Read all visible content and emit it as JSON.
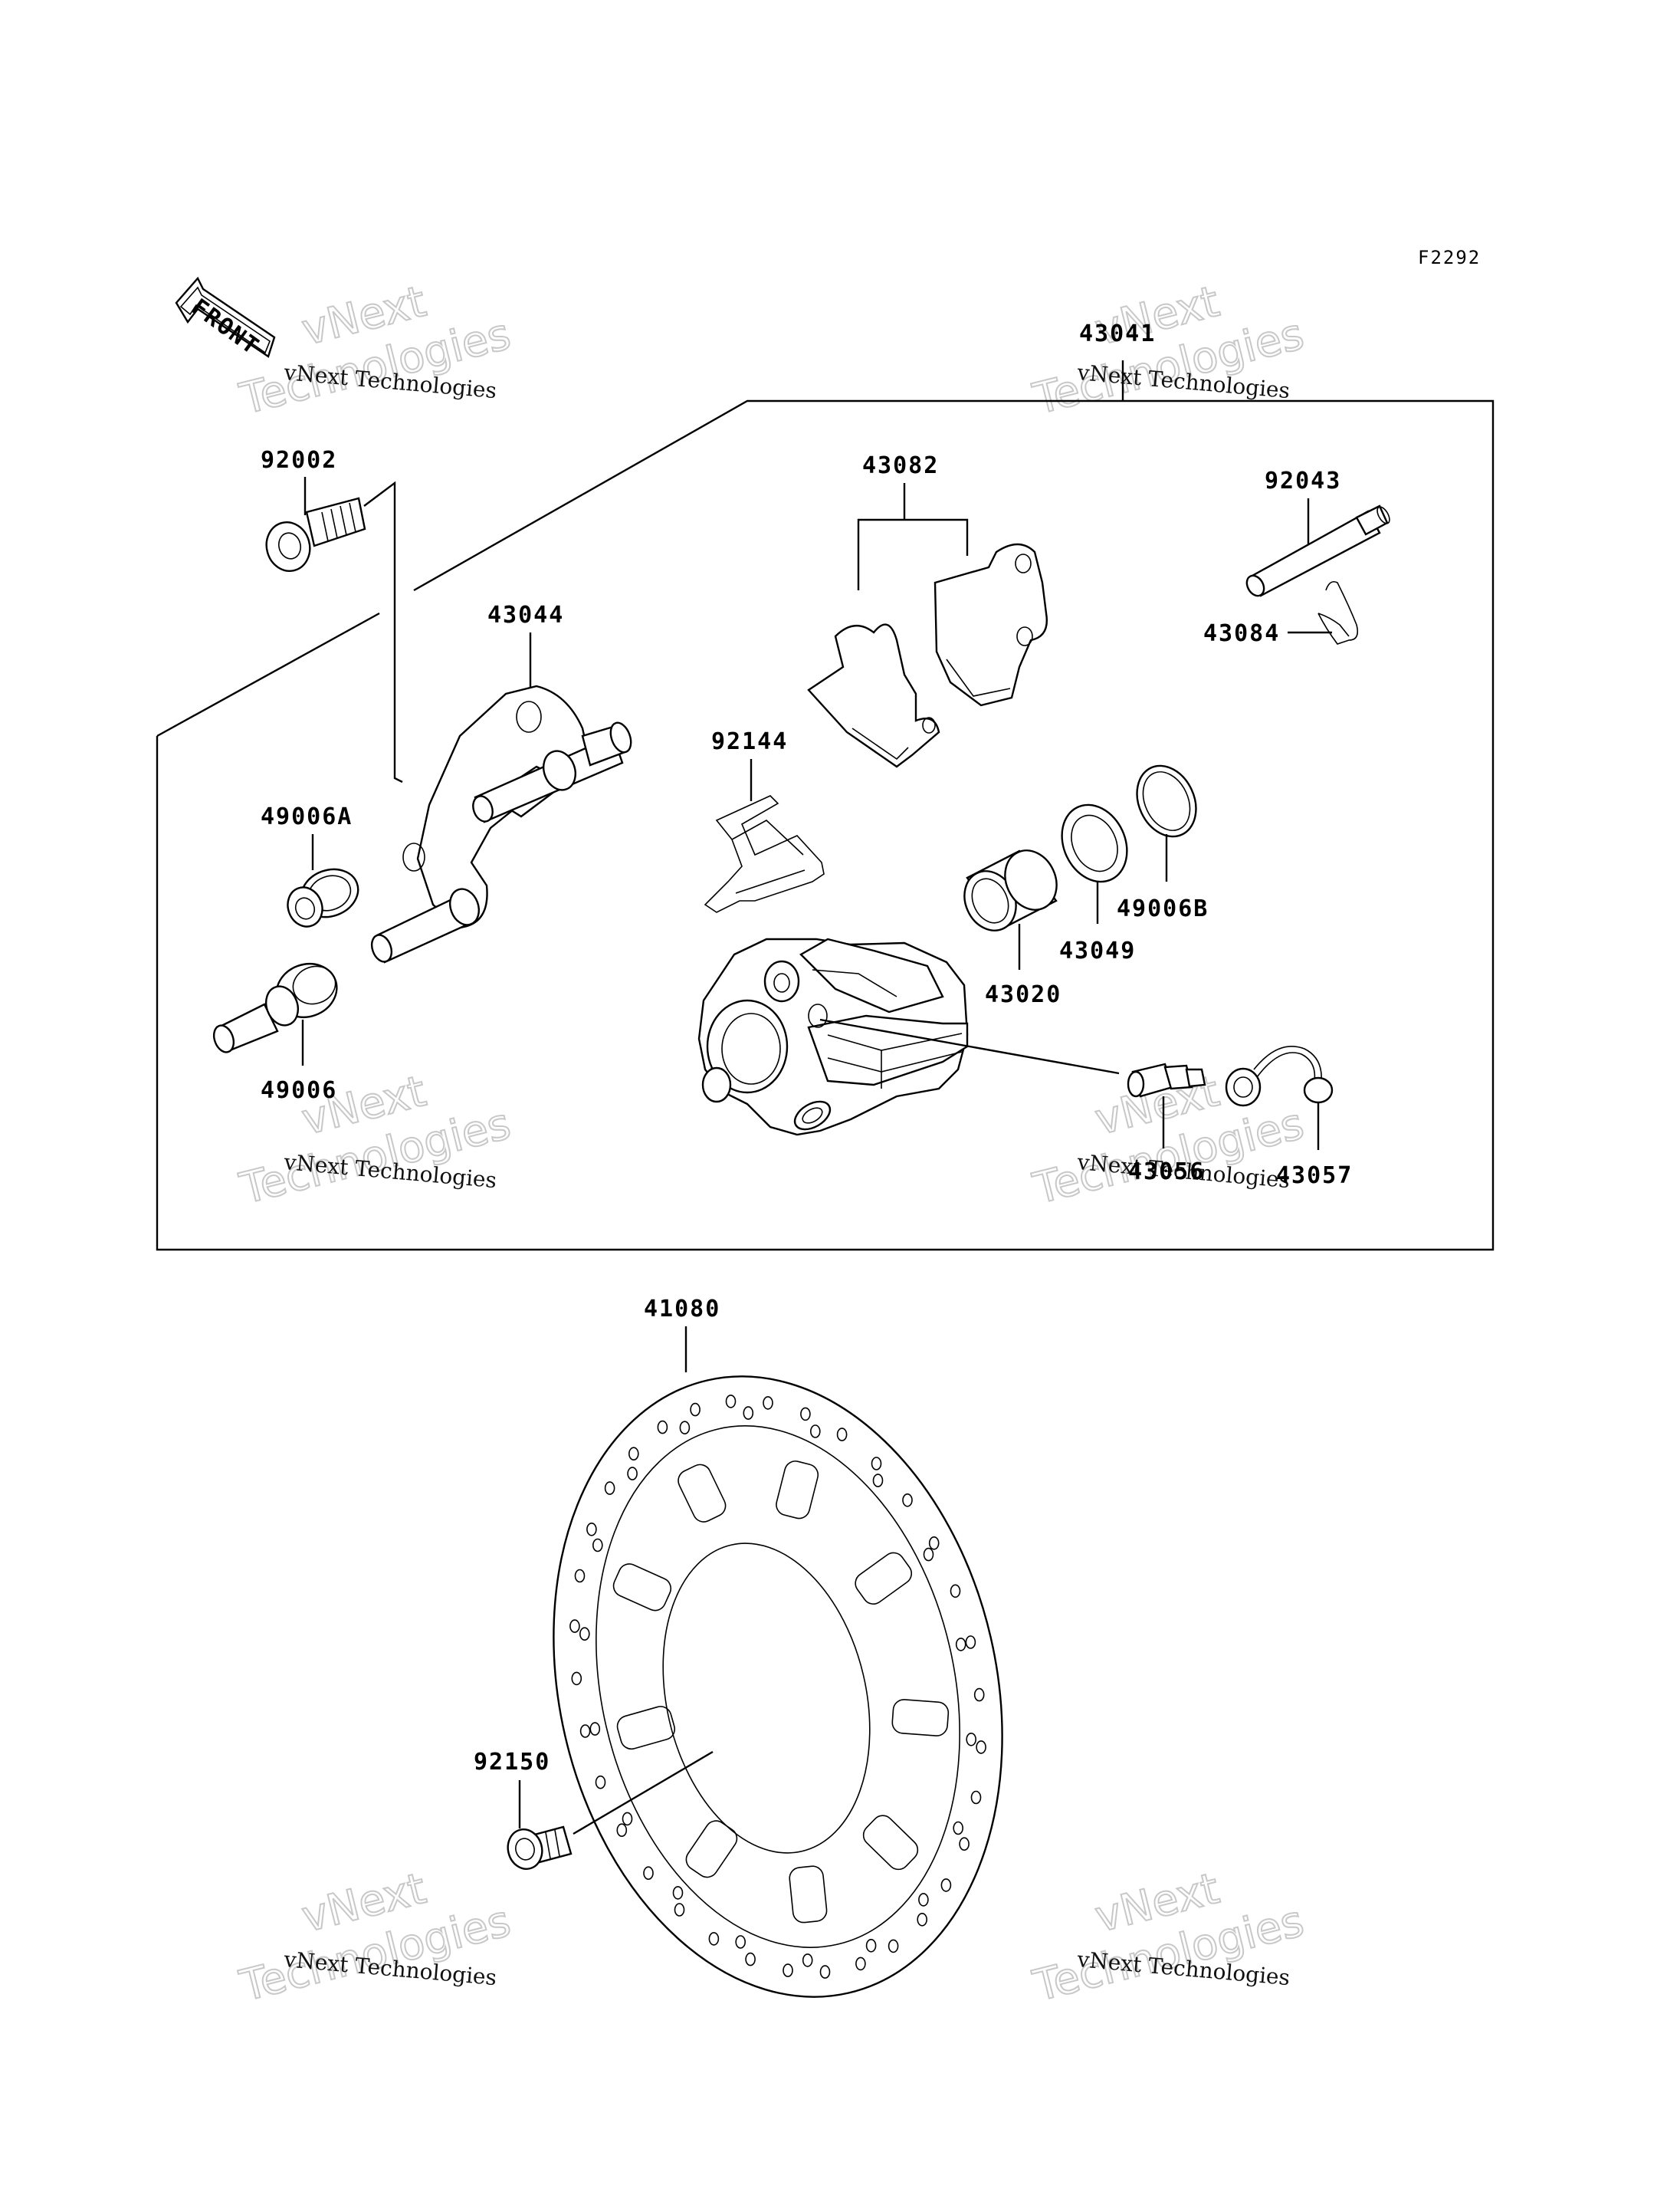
{
  "diagram_code": "F2292",
  "front_label": "FRONT",
  "watermark": {
    "line1": "vNext Technologies",
    "line2a": "vNext",
    "line2b": "Technologies"
  },
  "parts": {
    "p43041": "43041",
    "p92002": "92002",
    "p43082": "43082",
    "p92043": "92043",
    "p43084": "43084",
    "p43044": "43044",
    "p92144": "92144",
    "p49006A": "49006A",
    "p49006B": "49006B",
    "p43049": "43049",
    "p43020": "43020",
    "p49006": "49006",
    "p43056": "43056",
    "p43057": "43057",
    "p41080": "41080",
    "p92150": "92150"
  }
}
